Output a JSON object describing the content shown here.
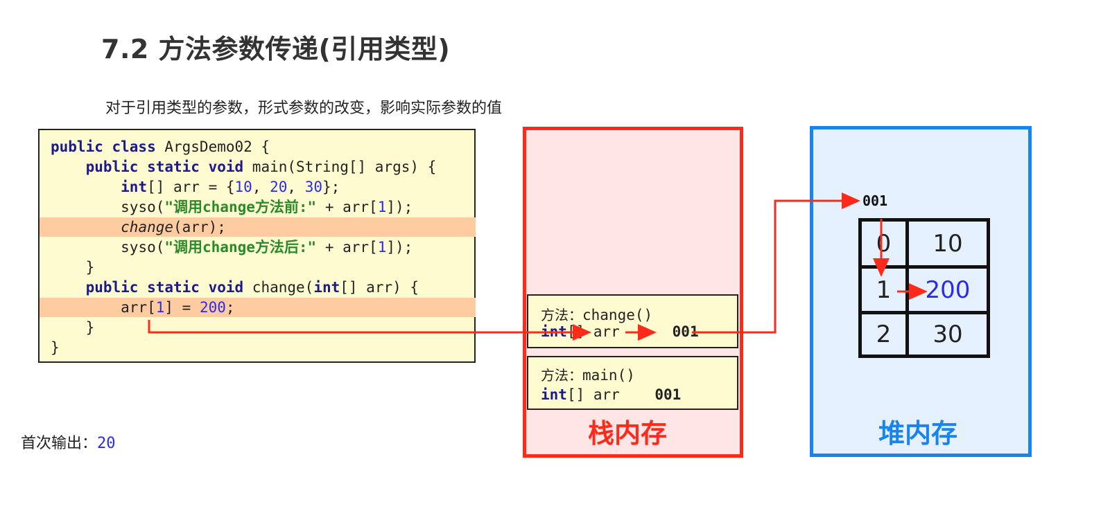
{
  "title": "7.2 方法参数传递(引用类型)",
  "subtitle": "对于引用类型的参数，形式参数的改变，影响实际参数的值",
  "code": {
    "l1_kw": "public class",
    "l1_rest": " ArgsDemo02 {",
    "l2_kw": "public static void",
    "l2_rest": " main(String[] args) {",
    "l3_kw": "int",
    "l3_a": "[] arr = {",
    "l3_n1": "10",
    "l3_b": ", ",
    "l3_n2": "20",
    "l3_c": ", ",
    "l3_n3": "30",
    "l3_d": "};",
    "l4_a": "syso(",
    "l4_str": "\"调用change方法前:\"",
    "l4_b": " + arr[",
    "l4_n": "1",
    "l4_c": "]);",
    "l5_it": "change",
    "l5_rest": "(arr);",
    "l6_a": "syso(",
    "l6_str": "\"调用change方法后:\"",
    "l6_b": " + arr[",
    "l6_n": "1",
    "l6_c": "]);",
    "l7": "}",
    "l8_kw": "public static void",
    "l8_a": " change(",
    "l8_kw2": "int",
    "l8_b": "[] arr) {",
    "l9_a": "arr[",
    "l9_n1": "1",
    "l9_b": "] = ",
    "l9_n2": "200",
    "l9_c": ";",
    "l10": "}",
    "l11": "}"
  },
  "stack": {
    "label": "栈内存",
    "frame_change": {
      "method_label": "方法：",
      "method": "change()",
      "type": "int",
      "var": "[] arr",
      "addr": "001"
    },
    "frame_main": {
      "method_label": "方法：",
      "method": "main()",
      "type": "int",
      "var": "[] arr",
      "addr": "001"
    }
  },
  "heap": {
    "label": "堆内存",
    "address": "001",
    "cells": [
      {
        "index": "0",
        "value": "10"
      },
      {
        "index": "1",
        "value": "200"
      },
      {
        "index": "2",
        "value": "30"
      }
    ]
  },
  "output": {
    "label": "首次输出：",
    "value": "20"
  },
  "colors": {
    "stack_border": "#ff2a1a",
    "heap_border": "#1784f0",
    "arrow": "#ff2a1a",
    "highlight": "#ffcba0",
    "code_bg": "#fffbd0"
  }
}
